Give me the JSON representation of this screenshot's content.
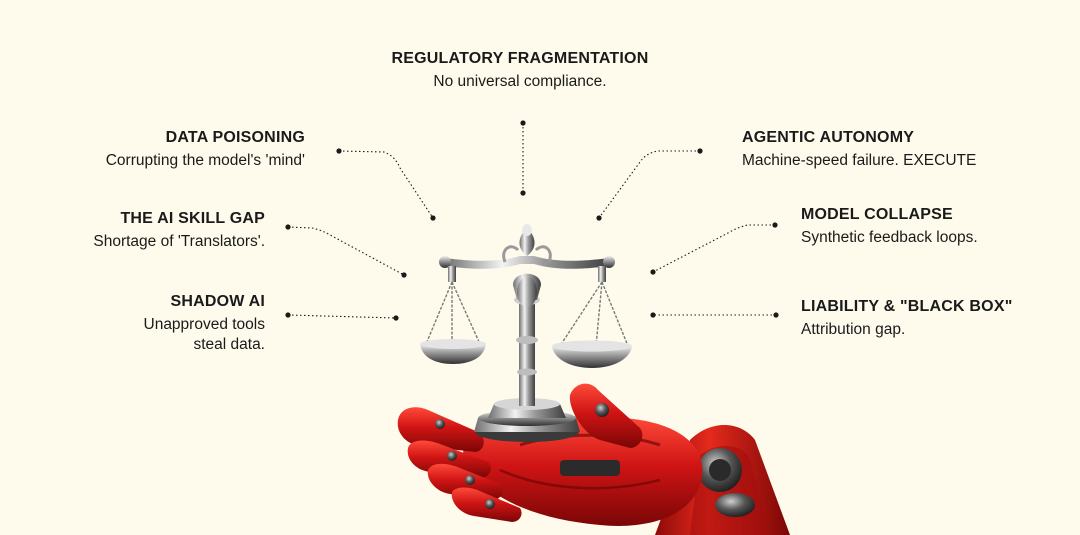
{
  "callouts": {
    "regulatory": {
      "title": "REGULATORY FRAGMENTATION",
      "desc": "No universal compliance."
    },
    "data_poisoning": {
      "title": "DATA POISONING",
      "desc": "Corrupting the model's 'mind'"
    },
    "skill_gap": {
      "title": "THE AI SKILL GAP",
      "desc": "Shortage of 'Translators'."
    },
    "shadow_ai": {
      "title": "SHADOW AI",
      "desc_line1": "Unapproved tools",
      "desc_line2": "steal data."
    },
    "agentic": {
      "title": "AGENTIC AUTONOMY",
      "desc": "Machine-speed failure. EXECUTE"
    },
    "model_collapse": {
      "title": "MODEL COLLAPSE",
      "desc": "Synthetic feedback loops."
    },
    "liability": {
      "title": "LIABILITY & \"BLACK BOX\"",
      "desc": "Attribution gap."
    }
  },
  "colors": {
    "background": "#fefbec",
    "text": "#1a1a1a",
    "robot_red": "#d01414",
    "metal": "#b8b8b8"
  },
  "icons": {
    "illustration": "robot-hand-holding-scales"
  }
}
